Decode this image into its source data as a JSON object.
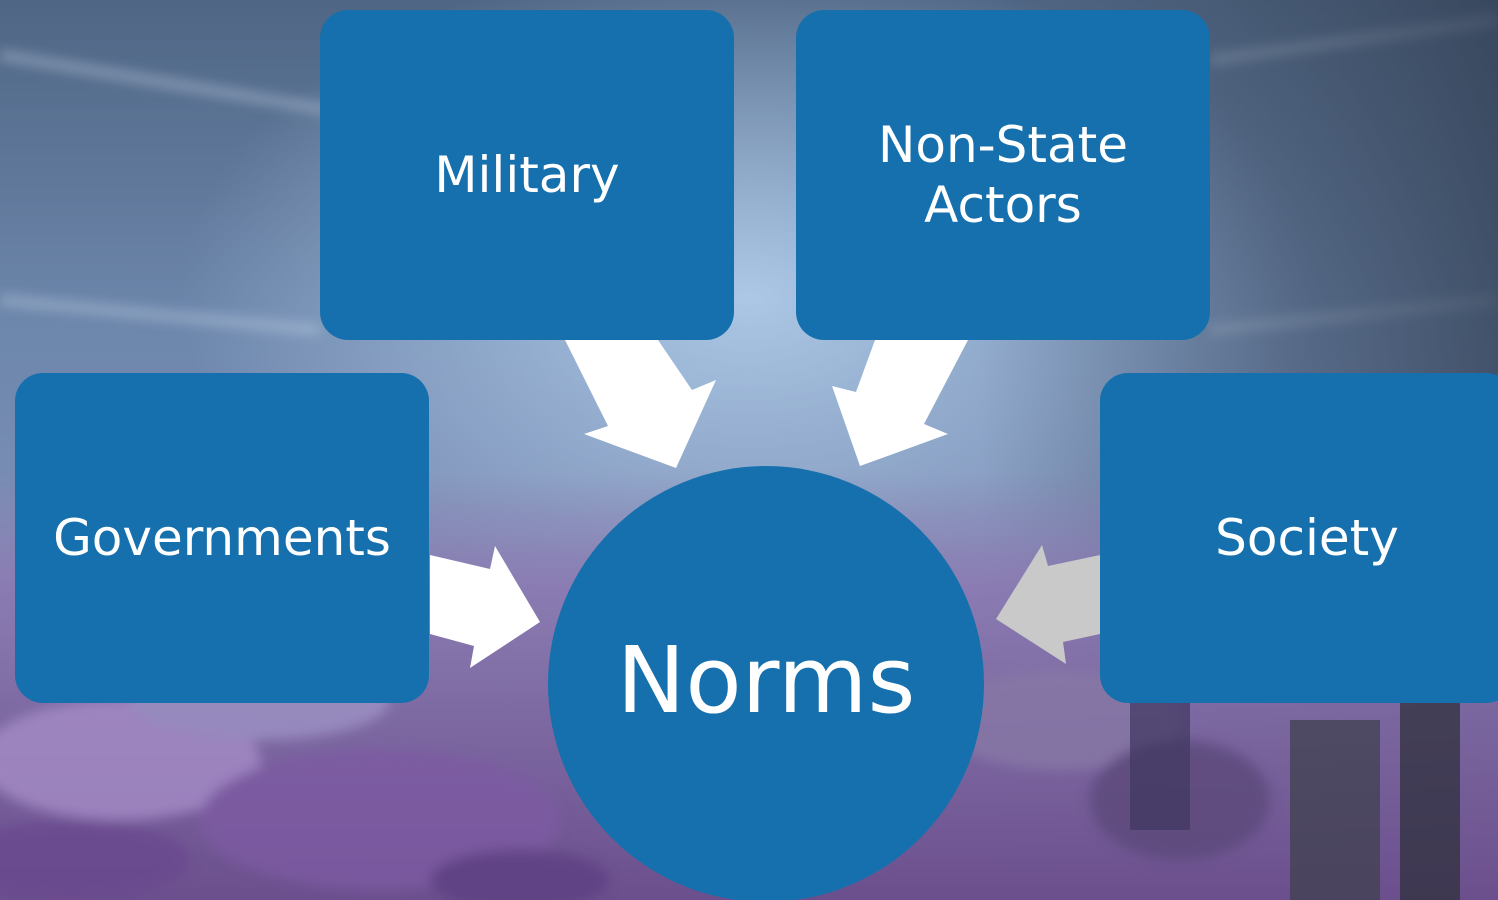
{
  "diagram": {
    "center": {
      "label": "Norms"
    },
    "nodes": {
      "military": {
        "label": "Military"
      },
      "non_state_actors": {
        "line1": "Non-State",
        "line2": "Actors"
      },
      "governments": {
        "label": "Governments"
      },
      "society": {
        "label": "Society"
      }
    }
  },
  "colors": {
    "node_fill": "#1570ad",
    "node_text": "#ffffff",
    "arrow_main": "#ffffff",
    "arrow_society": "#c9c9c9"
  },
  "background": {
    "description_icon": "conference-audience-photo"
  }
}
